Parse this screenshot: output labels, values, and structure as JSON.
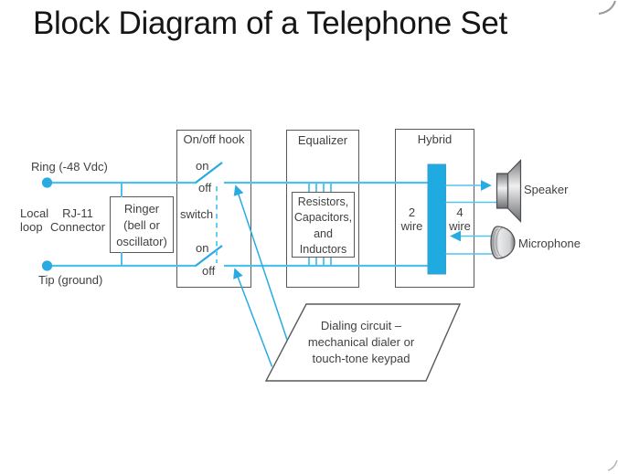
{
  "title": "Block Diagram of a Telephone Set",
  "colors": {
    "accent_cyan": "#29abe2",
    "line_cyan": "#4fc0ed",
    "box_border": "#58595b",
    "text": "#414042"
  },
  "left_side": {
    "ring": "Ring (-48 Vdc)",
    "tip": "Tip (ground)",
    "local_loop": "Local\nloop",
    "rj11": "RJ-11\nConnector"
  },
  "ringer": {
    "label": "Ringer\n(bell or\noscillator)"
  },
  "onoff": {
    "title": "On/off hook",
    "on_top": "on",
    "off_top": "off",
    "switch": "switch",
    "on_bottom": "on",
    "off_bottom": "off"
  },
  "equalizer": {
    "title": "Equalizer",
    "inner": "Resistors,\nCapacitors,\nand\nInductors"
  },
  "hybrid": {
    "title": "Hybrid",
    "wire2": "2\nwire",
    "wire4": "4\nwire"
  },
  "outputs": {
    "speaker": "Speaker",
    "microphone": "Microphone"
  },
  "dialing": {
    "label": "Dialing circuit –\nmechanical dialer or\ntouch-tone keypad"
  }
}
